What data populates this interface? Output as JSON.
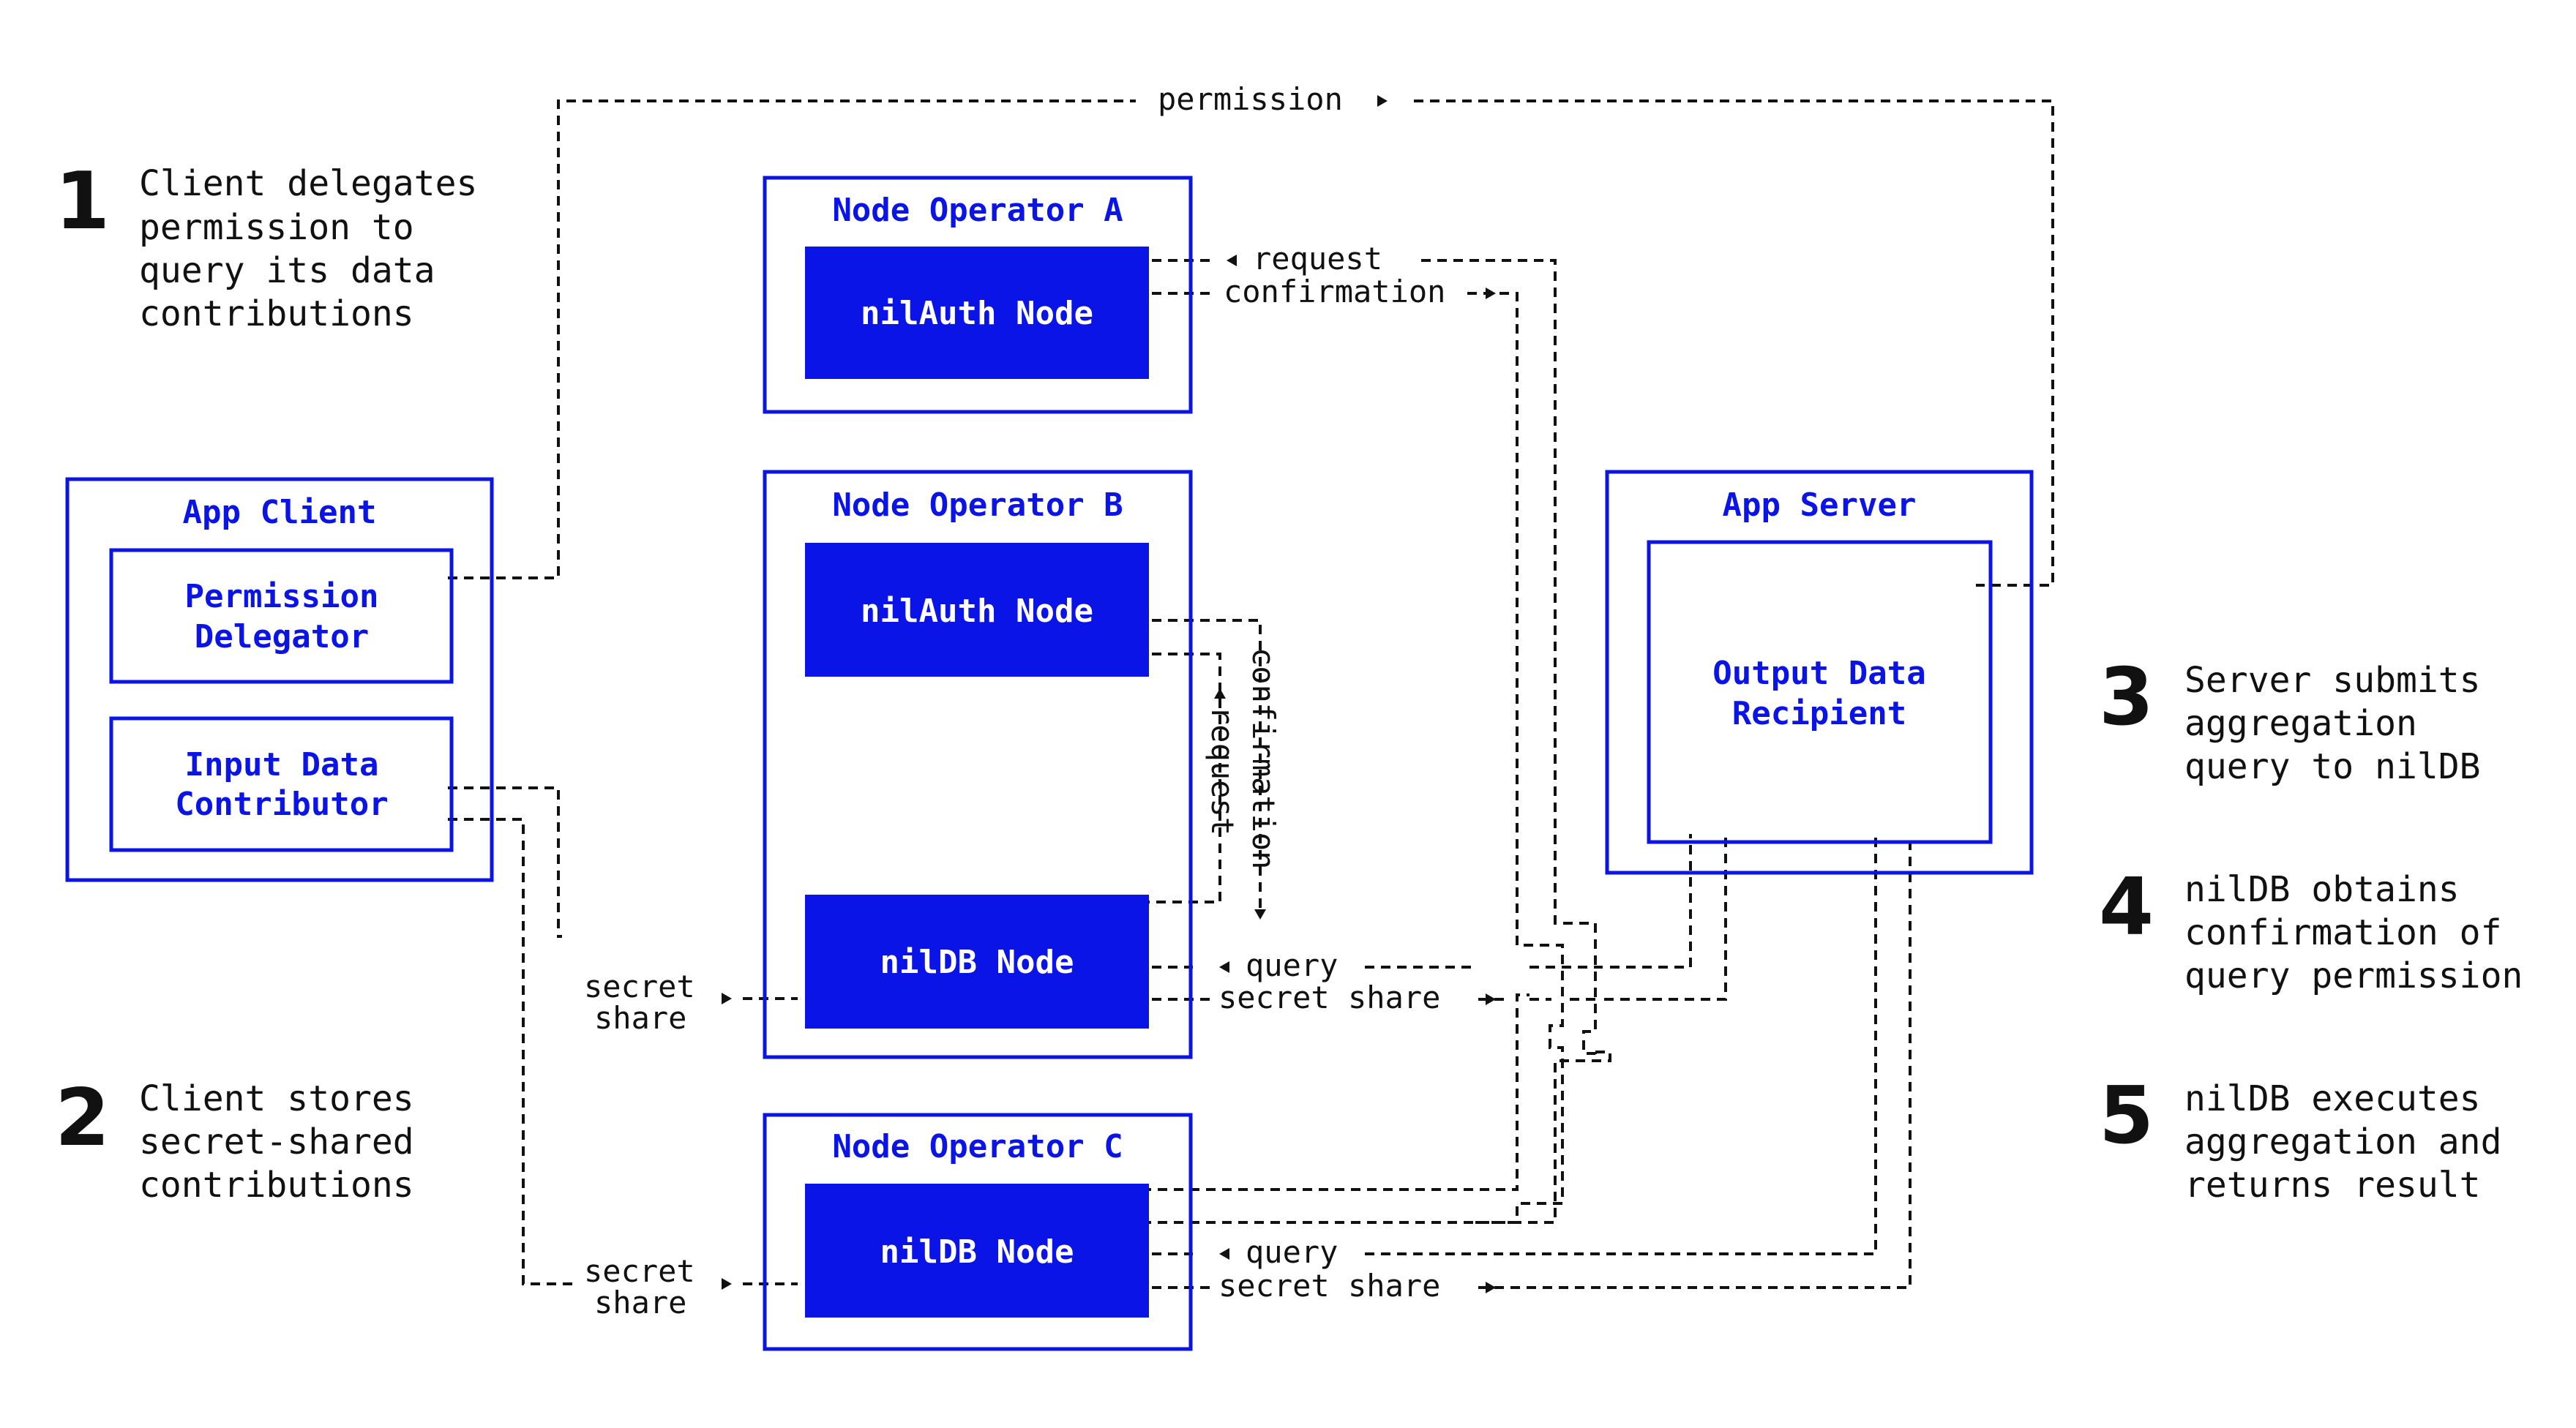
{
  "steps": [
    {
      "number": "1",
      "lines": [
        "Client delegates",
        "permission to",
        "query its data",
        "contributions"
      ]
    },
    {
      "number": "2",
      "lines": [
        "Client stores",
        "secret-shared",
        "contributions"
      ]
    },
    {
      "number": "3",
      "lines": [
        "Server submits",
        "aggregation",
        "query to nilDB"
      ]
    },
    {
      "number": "4",
      "lines": [
        "nilDB obtains",
        "confirmation of",
        "query permission"
      ]
    },
    {
      "number": "5",
      "lines": [
        "nilDB executes",
        "aggregation and",
        "returns result"
      ]
    }
  ],
  "boxes": {
    "app_client": {
      "title": "App Client",
      "permission_delegator": [
        "Permission",
        "Delegator"
      ],
      "input_data_contributor": [
        "Input Data",
        "Contributor"
      ]
    },
    "node_operator_a": {
      "title": "Node Operator A",
      "nilauth_node": "nilAuth Node"
    },
    "node_operator_b": {
      "title": "Node Operator B",
      "nilauth_node": "nilAuth Node",
      "nildb_node": "nilDB Node"
    },
    "node_operator_c": {
      "title": "Node Operator C",
      "nildb_node": "nilDB Node"
    },
    "app_server": {
      "title": "App Server",
      "output_data_recipient": [
        "Output Data",
        "Recipient"
      ]
    }
  },
  "flow_labels": {
    "permission": "permission",
    "request_a": "request",
    "confirmation_a": "confirmation",
    "confirmation_b": "confirmation",
    "request_b": "request",
    "secret_share_b": [
      "secret",
      "share"
    ],
    "secret_share_c": [
      "secret",
      "share"
    ],
    "query_b": "query",
    "secret_share_out_b": "secret share",
    "query_c": "query",
    "secret_share_out_c": "secret share"
  },
  "colors": {
    "brand_blue": "#0a14e6",
    "line": "#111111",
    "background": "#ffffff"
  }
}
